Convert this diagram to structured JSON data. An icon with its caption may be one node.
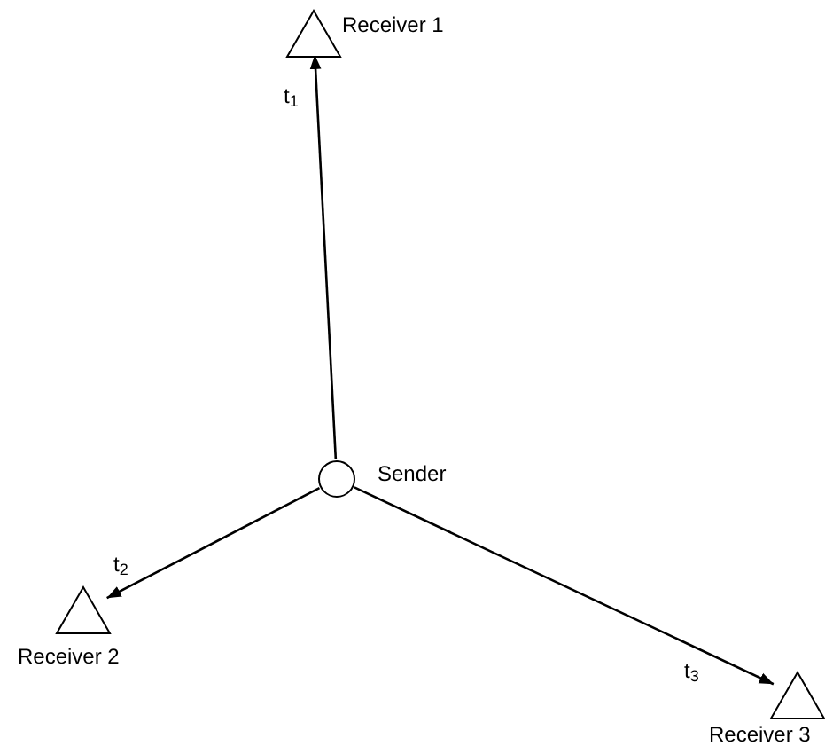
{
  "diagram": {
    "nodes": [
      {
        "text": [
          "Sender"
        ]
      },
      {
        "text": [
          "Receiver 1"
        ]
      },
      {
        "text": [
          "Receiver 2"
        ]
      },
      {
        "text": [
          "Receiver 3"
        ]
      }
    ],
    "edges": [
      {
        "from": 0,
        "to": 1,
        "arrow": "to",
        "label": "t$_{1}$"
      },
      {
        "from": 0,
        "to": 2,
        "arrow": "to",
        "label": "t$_{2}$"
      },
      {
        "from": 0,
        "to": 3,
        "arrow": "to",
        "label": "t$_{3}$"
      }
    ]
  }
}
